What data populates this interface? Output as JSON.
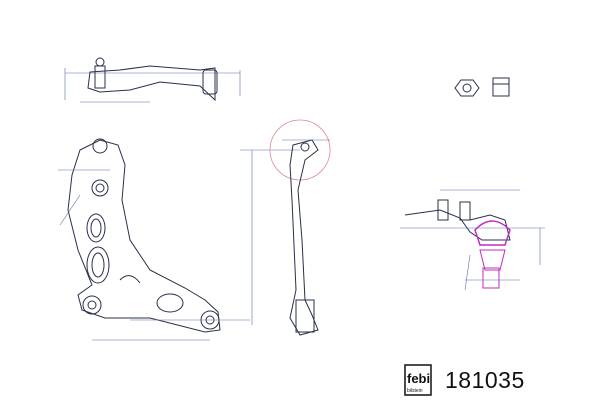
{
  "brand": {
    "name": "febi",
    "sub": "bilstein",
    "registered": "®"
  },
  "part_number": "181035",
  "colors": {
    "line": "#2a2f4a",
    "dimension": "#5b6fb0",
    "highlight": "#c02cbf",
    "circle": "#d98a9a"
  }
}
